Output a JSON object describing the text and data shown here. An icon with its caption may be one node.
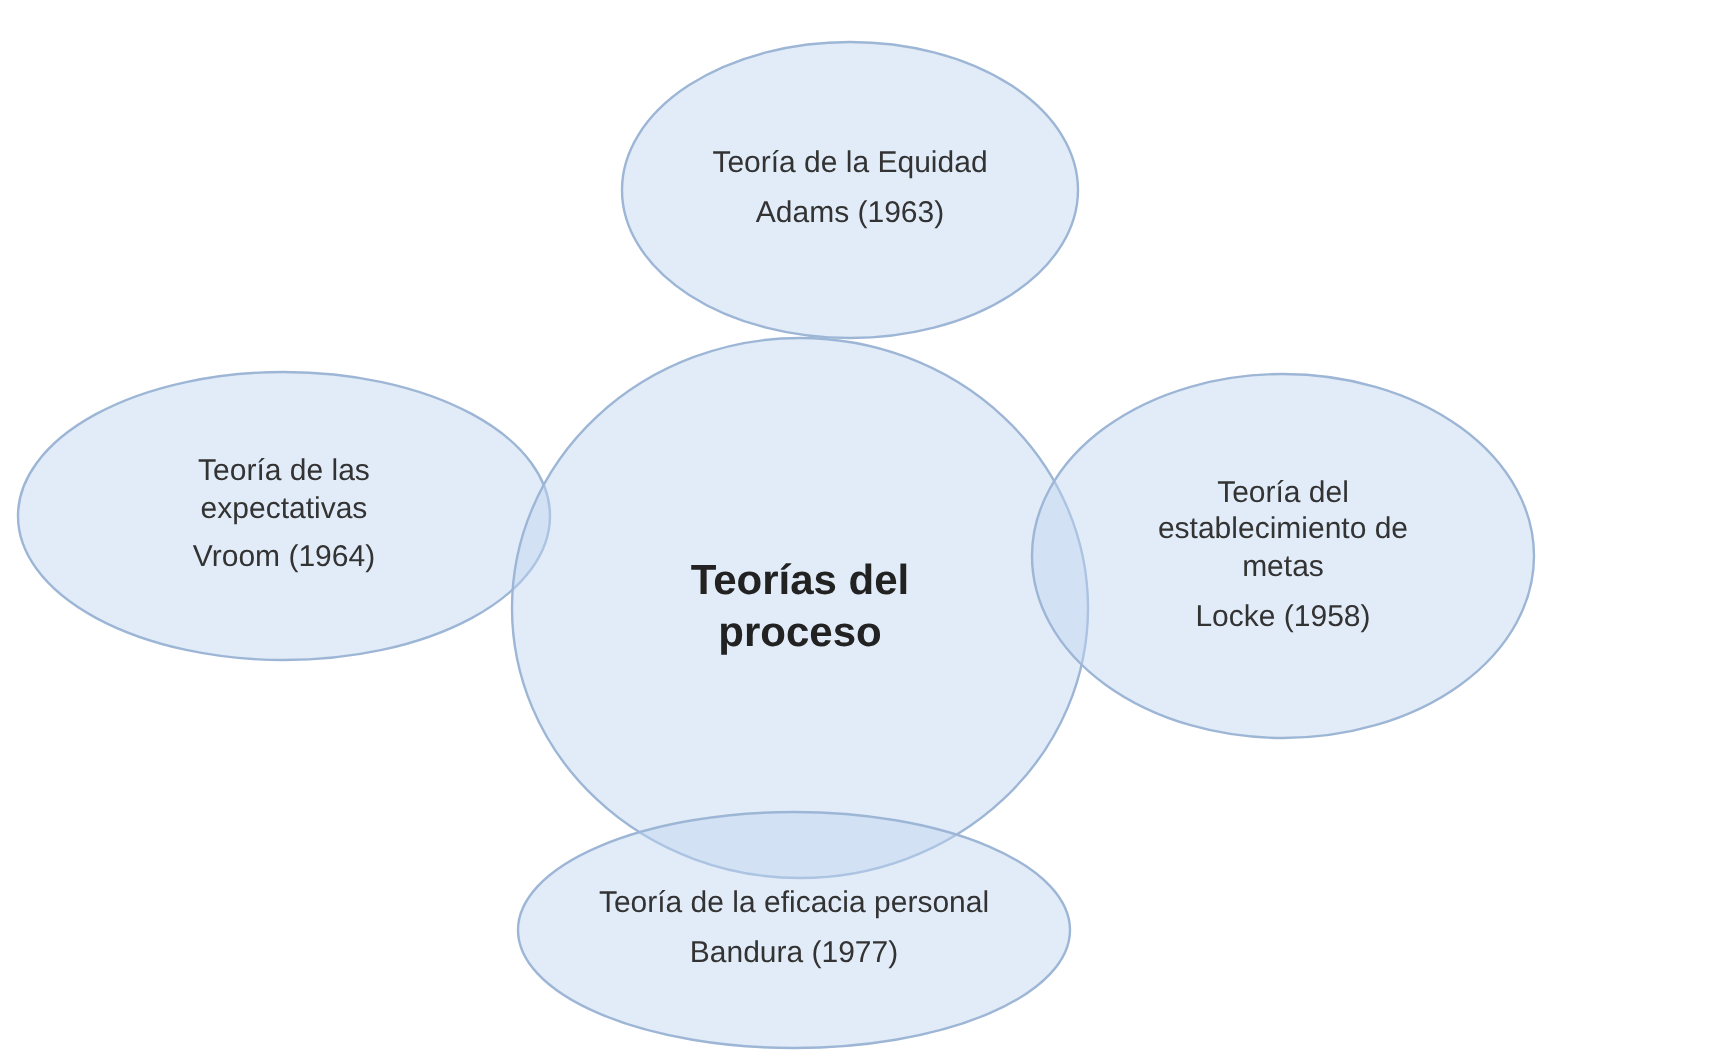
{
  "diagram": {
    "nodes": [
      {
        "text": [
          "Teoría de la Equidad",
          "Adams (1963)"
        ]
      },
      {
        "text": [
          "Teoría de las expectativas",
          "Vroom (1964)"
        ]
      },
      {
        "text": [
          "Teorías del proceso"
        ]
      },
      {
        "text": [
          "Teoría del establecimiento de metas",
          "Locke (1958)"
        ]
      },
      {
        "text": [
          "Teoría de la eficacia personal",
          "Bandura (1977)"
        ]
      }
    ]
  }
}
